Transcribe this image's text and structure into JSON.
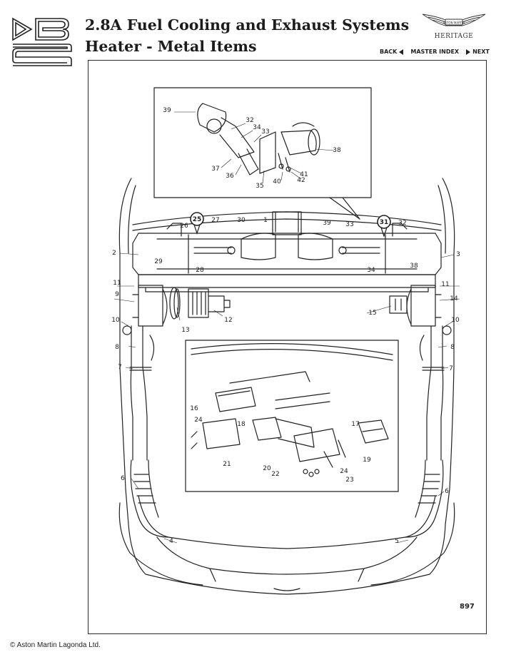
{
  "header": {
    "title_line1": "2.8A Fuel Cooling and Exhaust Systems",
    "title_line2": "Heater - Metal Items",
    "badge_text": "ASTON MARTIN",
    "heritage": "HERITAGE"
  },
  "nav": {
    "back": "BACK",
    "master_index": "MASTER INDEX",
    "next": "NEXT"
  },
  "diagram": {
    "callouts": [
      "39",
      "32",
      "34",
      "33",
      "38",
      "37",
      "36",
      "35",
      "40",
      "42",
      "41",
      "25",
      "27",
      "30",
      "26",
      "29",
      "28",
      "2",
      "1",
      "31",
      "32",
      "3",
      "33",
      "39",
      "34",
      "38",
      "11",
      "9",
      "13",
      "12",
      "15",
      "14",
      "11",
      "10",
      "10",
      "8",
      "8",
      "7",
      "7",
      "16",
      "24",
      "18",
      "17",
      "21",
      "20",
      "22",
      "24",
      "19",
      "23",
      "6",
      "6",
      "4",
      "5"
    ],
    "ref": "897"
  },
  "footer": {
    "copyright": "© Aston Martin Lagonda Ltd."
  }
}
